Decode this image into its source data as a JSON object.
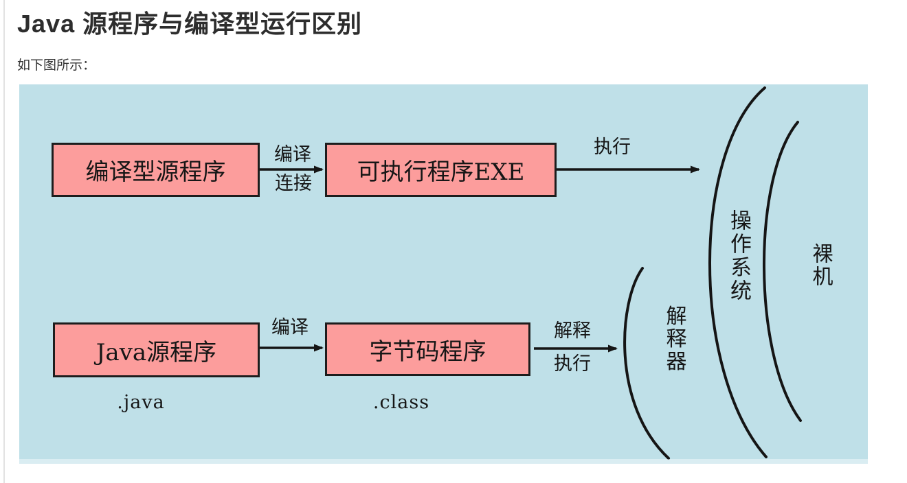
{
  "page": {
    "title": "Java 源程序与编译型运行区别",
    "intro": "如下图所示："
  },
  "diagram": {
    "colors": {
      "background": "#bfe0e8",
      "box_fill": "#fc9d9c",
      "box_border": "#1d1d1d",
      "stroke": "#151515"
    },
    "boxes": {
      "compiled_source": "编译型源程序",
      "executable": "可执行程序EXE",
      "java_source": "Java源程序",
      "bytecode": "字节码程序"
    },
    "arrow_labels": {
      "compile_top": "编译",
      "link": "连接",
      "execute_top": "执行",
      "compile_bottom": "编译",
      "interpret": "解释",
      "execute_bottom": "执行"
    },
    "file_labels": {
      "java_ext": ".java",
      "class_ext": ".class"
    },
    "layer_labels": {
      "interpreter": "解释器",
      "os": "操作系统",
      "bare_machine": "裸机"
    }
  }
}
